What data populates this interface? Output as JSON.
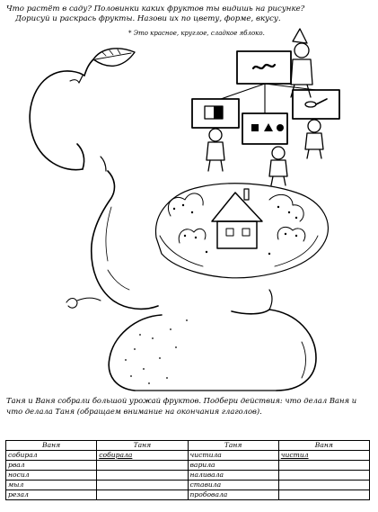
{
  "instructions": {
    "line1": "Что растёт в саду? Половинки каких фруктов ты видишь на рисунке?",
    "line2": "Дорисуй и раскрась фрукты. Назови их по цвету, форме, вкусу.",
    "example": "* Это красное, круглое, сладкое яблоко."
  },
  "task": {
    "text": "Таня и Ваня собрали большой урожай фруктов. Подбери действия: что делал Ваня и что делала Таня (обращаем внимание на окончания глаголов)."
  },
  "table": {
    "headers": [
      "Ваня",
      "Таня",
      "Таня",
      "Ваня"
    ],
    "rows": [
      [
        "собирал",
        "собирала",
        "чистила",
        "чистил"
      ],
      [
        "рвал",
        "",
        "варила",
        ""
      ],
      [
        "носил",
        "",
        "наливала",
        ""
      ],
      [
        "мыл",
        "",
        "ставила",
        ""
      ],
      [
        "резал",
        "",
        "пробовала",
        ""
      ]
    ]
  }
}
